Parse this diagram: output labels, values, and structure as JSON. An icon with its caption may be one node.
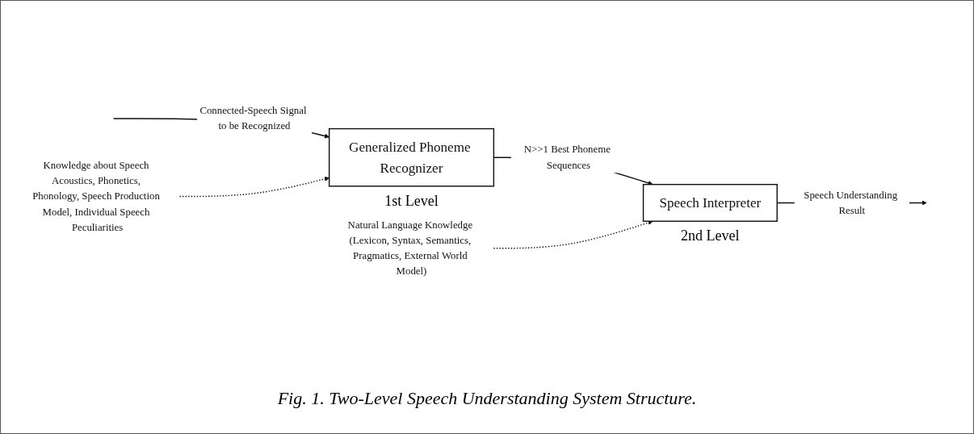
{
  "diagram": {
    "caption": "Fig. 1. Two-Level Speech Understanding System Structure.",
    "nodes": [
      {
        "text": [
          "Knowledge about Speech Acoustics, Phonetics, Phonology, Speech Production Model, Individual Speech Peculiarities"
        ]
      },
      {
        "text": [
          "Generalized Phoneme Recognizer"
        ],
        "beside": [
          "1st Level"
        ]
      },
      {
        "text": [
          "Natural Language Knowledge (Lexicon, Syntax, Semantics, Pragmatics, External World Model)"
        ]
      },
      {
        "text": [
          "Speech Interpreter"
        ],
        "beside": [
          "2nd Level"
        ]
      }
    ],
    "edges": [
      {
        "from": null,
        "to": 1,
        "arrow": "to",
        "label": "Connected-Speech Signal to be Recognized"
      },
      {
        "from": 0,
        "to": 1,
        "arrow": "to",
        "style": "dashed"
      },
      {
        "from": 1,
        "to": 3,
        "arrow": "to",
        "label": "N>>1 Best Phoneme Sequences"
      },
      {
        "from": 2,
        "to": 3,
        "arrow": "to",
        "style": "dashed"
      },
      {
        "from": 3,
        "to": null,
        "arrow": "to",
        "label": "Speech Understanding Result"
      }
    ]
  }
}
